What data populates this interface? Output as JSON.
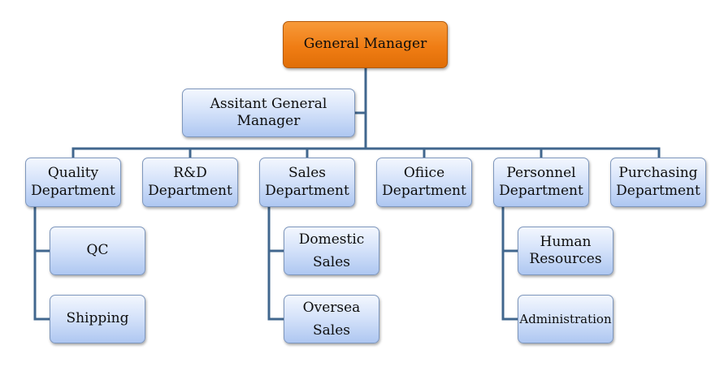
{
  "org_chart": {
    "root": "General Manager",
    "assistant": "Assitant General\nManager",
    "departments": [
      {
        "label": "Quality\nDepartment",
        "children": [
          "QC",
          "Shipping"
        ]
      },
      {
        "label": "R&D\nDepartment",
        "children": []
      },
      {
        "label": "Sales\nDepartment",
        "children": [
          "Domestic\nSales",
          "Oversea\nSales"
        ]
      },
      {
        "label": "Ofiice\nDepartment",
        "children": []
      },
      {
        "label": "Personnel\nDepartment",
        "children": [
          "Human\nResources",
          "Administration"
        ]
      },
      {
        "label": "Purchasing\nDepartment",
        "children": []
      }
    ]
  },
  "colors": {
    "connector": "#41678e",
    "root_fill": "#f07d14",
    "node_fill": "#c8d9f7"
  }
}
